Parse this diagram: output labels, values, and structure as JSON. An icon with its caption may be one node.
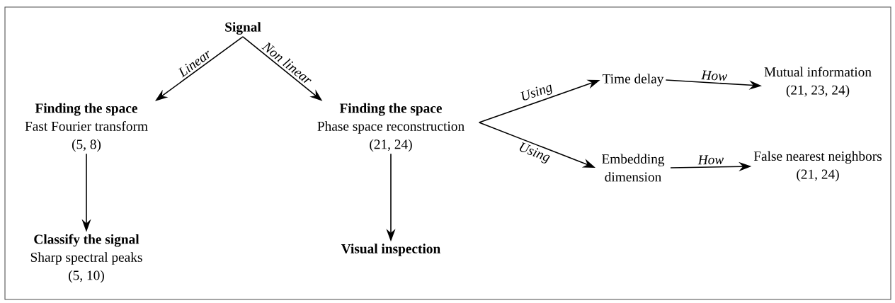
{
  "diagram": {
    "nodes": [
      {
        "text": [
          "Signal"
        ]
      },
      {
        "text": [
          "Finding the space",
          "Fast Fourier transform",
          "(5, 8)"
        ]
      },
      {
        "text": [
          "Classify the signal",
          "Sharp spectral peaks",
          "(5, 10)"
        ]
      },
      {
        "text": [
          "Finding the space",
          "Phase space reconstruction",
          "(21, 24)"
        ]
      },
      {
        "text": [
          "Visual inspection"
        ]
      },
      {
        "text": [
          "Time delay"
        ]
      },
      {
        "text": [
          "Embedding dimension"
        ]
      },
      {
        "text": [
          "Mutual information",
          "(21, 23, 24)"
        ]
      },
      {
        "text": [
          "False nearest neighbors",
          "(21, 24)"
        ]
      }
    ],
    "edges": [
      {
        "from": 0,
        "to": 1,
        "arrow": "to",
        "label": "Linear"
      },
      {
        "from": 0,
        "to": 3,
        "arrow": "to",
        "label": "Non linear"
      },
      {
        "from": 1,
        "to": 2,
        "arrow": "to"
      },
      {
        "from": 3,
        "to": 4,
        "arrow": "to"
      },
      {
        "from": 3,
        "to": 5,
        "arrow": "to",
        "label": "Using"
      },
      {
        "from": 3,
        "to": 6,
        "arrow": "to",
        "label": "Using"
      },
      {
        "from": 5,
        "to": 7,
        "arrow": "to",
        "label": "How"
      },
      {
        "from": 6,
        "to": 8,
        "arrow": "to",
        "label": "How"
      }
    ]
  }
}
